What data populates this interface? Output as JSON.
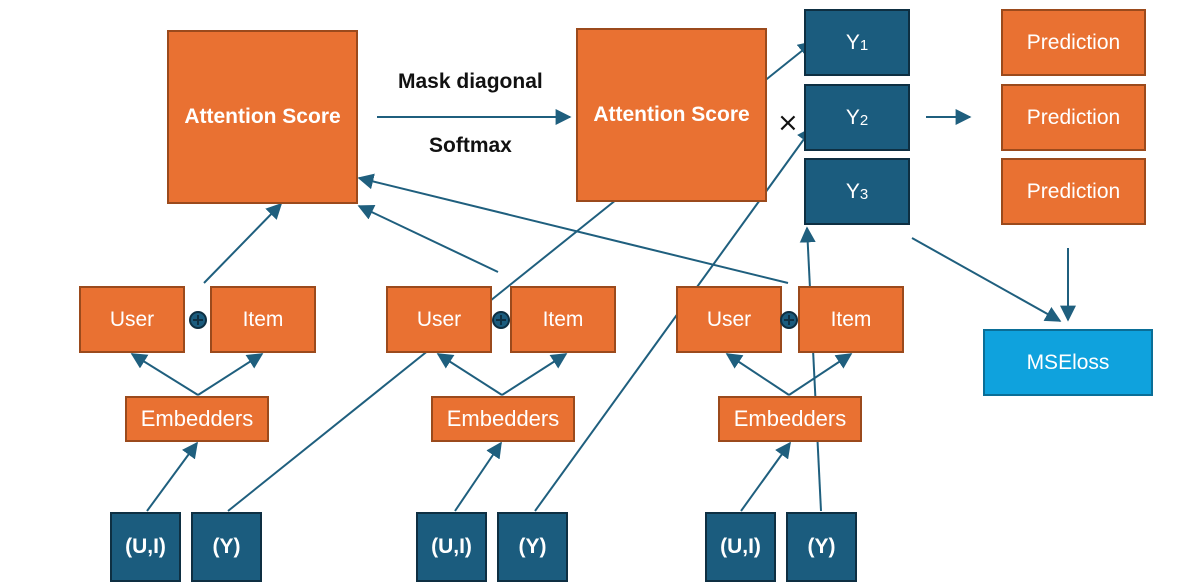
{
  "attention_left": "Attention Score",
  "attention_right": "Attention Score",
  "mask_label": "Mask diagonal",
  "softmax_label": "Softmax",
  "y_outputs": [
    {
      "base": "Y",
      "sub": "1"
    },
    {
      "base": "Y",
      "sub": "2"
    },
    {
      "base": "Y",
      "sub": "3"
    }
  ],
  "predictions": [
    "Prediction",
    "Prediction",
    "Prediction"
  ],
  "loss": "MSEloss",
  "groups": [
    {
      "user": "User",
      "item": "Item",
      "embedders": "Embedders",
      "input_ui": "(U,I)",
      "input_y": "(Y)"
    },
    {
      "user": "User",
      "item": "Item",
      "embedders": "Embedders",
      "input_ui": "(U,I)",
      "input_y": "(Y)"
    },
    {
      "user": "User",
      "item": "Item",
      "embedders": "Embedders",
      "input_ui": "(U,I)",
      "input_y": "(Y)"
    }
  ],
  "multiply_symbol": "×",
  "colors": {
    "orange": "#E97132",
    "navy": "#1B5C7E",
    "cyan": "#0FA2DD",
    "edge": "#1F5F7E"
  }
}
